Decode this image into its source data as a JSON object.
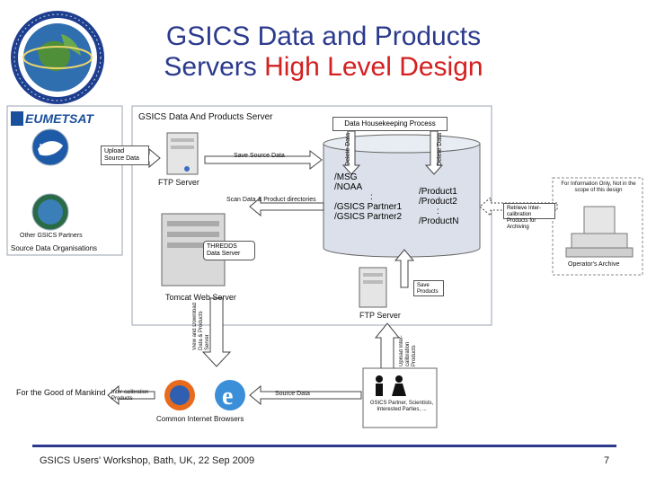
{
  "slide": {
    "title_part1": "GSICS Data and Products",
    "title_part2": "Servers ",
    "title_highlight": "High Level Design",
    "footer": "GSICS Users' Workshop, Bath, UK, 22 Sep 2009",
    "page_number": "7",
    "colors": {
      "title": "#2b3a8c",
      "highlight": "#d42020",
      "rule": "#2b3a8c"
    }
  },
  "diagram": {
    "source_orgs": {
      "eumetsat": "EUMETSAT",
      "noaa": "NOAA",
      "other": "Other GSICS Partners",
      "caption": "Source Data Organisations"
    },
    "server_panel_title": "GSICS Data And Products Server",
    "housekeeping": "Data Housekeeping Process",
    "delete_left": "Delete Data",
    "delete_right": "Delete Data",
    "upload": "Upload Source Data",
    "save_source": "Save Source Data",
    "ftp_server_top": "FTP Server",
    "scan": "Scan Data & Product directories",
    "thredds": "THREDDS Data Server",
    "tomcat": "Tomcat Web Server",
    "storage_left": [
      "/MSG",
      "/NOAA",
      ":",
      "/GSICS Partner1",
      "/GSICS Partner2"
    ],
    "storage_right": [
      "/Product1",
      "/Product2",
      ":",
      "/ProductN"
    ],
    "info_only": "For Information Only, Not in the scope of this design",
    "retrieve": "Retrieve Inter-calibration Products for Archiving",
    "archive": "Operator's Archive",
    "save_products": "Save Products",
    "ftp_server_bottom": "FTP Server",
    "view_download": "View and Download Data & Products Server",
    "upload_products": "Upload Inter-calibration Products",
    "good_of": "For the Good of Mankind",
    "intercal_products": "Inter-calibration Products",
    "browsers": "Common Internet Browsers",
    "source_data": "Source Data",
    "partners": "GSICS Partner, Scientists, Interested Parties, ..."
  }
}
